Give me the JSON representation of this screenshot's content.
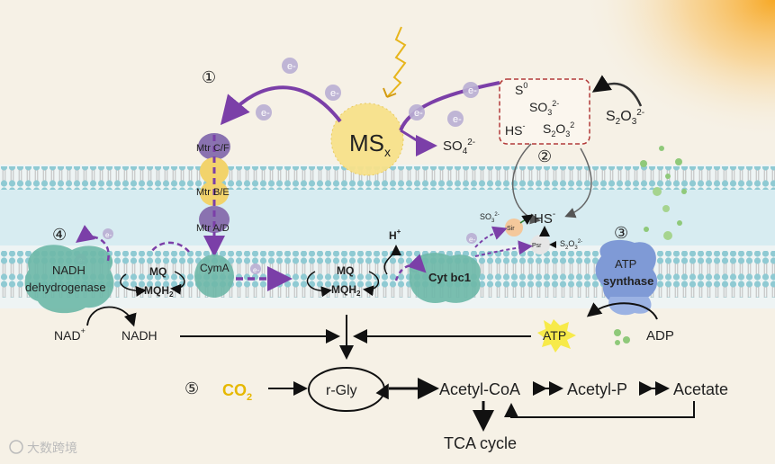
{
  "steps": [
    "①",
    "②",
    "③",
    "④",
    "⑤"
  ],
  "electron": "e",
  "electron_sup": "-",
  "mineral": {
    "base": "MS",
    "sub": "x"
  },
  "sulfate": {
    "base": "SO",
    "sub": "4",
    "sup": "2-"
  },
  "sulfur_box": {
    "s0": {
      "base": "S",
      "sup": "0"
    },
    "so3": {
      "base": "SO",
      "sub": "3",
      "sup": "2-"
    },
    "hs": {
      "base": "HS",
      "sup": "-"
    },
    "s2o3": {
      "base": "S",
      "sub1": "2",
      "mid": "O",
      "sub2": "3",
      "sup": "2"
    }
  },
  "thiosulfate_right": {
    "base": "S",
    "sub1": "2",
    "mid": "O",
    "sub2": "3",
    "sup": "2-"
  },
  "mtr": [
    "Mtr C/F",
    "Mtr B/E",
    "Mtr A/D"
  ],
  "cyma": "CymA",
  "nadh_dh": [
    "NADH",
    "dehydrogenase"
  ],
  "mq": "MQ",
  "mqh2": {
    "base": "MQH",
    "sub": "2"
  },
  "proton": {
    "base": "H",
    "sup": "+"
  },
  "cyt": "Cyt bc1",
  "sir": "Sir",
  "psr": "Psr",
  "so3_small": {
    "base": "SO",
    "sub": "3",
    "sup": "2-"
  },
  "hs_mid": {
    "base": "HS",
    "sup": "-"
  },
  "s2o3_small": {
    "base": "S",
    "sub1": "2",
    "mid": "O",
    "sub2": "3",
    "sup": "2-"
  },
  "atp_synthase": [
    "ATP",
    "synthase"
  ],
  "nad": {
    "base": "NAD",
    "sup": "+"
  },
  "nadh": "NADH",
  "atp": "ATP",
  "adp": "ADP",
  "co2": {
    "base": "CO",
    "sub": "2"
  },
  "rgly": "r-Gly",
  "acetyl_coa": "Acetyl-CoA",
  "acetyl_p": "Acetyl-P",
  "acetate": "Acetate",
  "tca": "TCA cycle",
  "watermark": "大数跨境",
  "colors": {
    "purple": "#7b3fa8",
    "gold": "#e6b800",
    "membrane_head": "#9fd3da",
    "periplasm": "#d9eef2",
    "mineral": "#f7e08a",
    "protein_green": "#6fb8a8",
    "atp_synthase": "#7f9ad6",
    "mtr_purple": "#8a72b0",
    "mtr_gold": "#f2d36b",
    "green_dots": "#8fc97a"
  }
}
